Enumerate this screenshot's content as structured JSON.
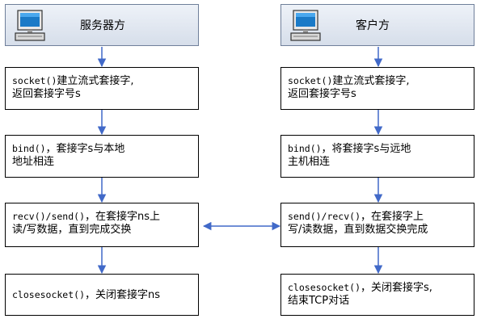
{
  "server": {
    "title": "服务器方",
    "steps": [
      {
        "code": "socket()",
        "line1_rest": "建立流式套接字,",
        "line2": "返回套接字号s"
      },
      {
        "code": "bind()",
        "line1_rest": "，套接字s与本地",
        "line2": "地址相连"
      },
      {
        "code": "recv()/send()",
        "line1_rest": "，在套接字ns上",
        "line2": "读/写数据，直到完成交换"
      },
      {
        "code": "closesocket()",
        "line1_rest": "，关闭套接字ns",
        "line2": ""
      }
    ]
  },
  "client": {
    "title": "客户方",
    "steps": [
      {
        "code": "socket()",
        "line1_rest": "建立流式套接字,",
        "line2": "返回套接字号s"
      },
      {
        "code": "bind()",
        "line1_rest": "，将套接字s与远地",
        "line2": "主机相连"
      },
      {
        "code": "send()/recv()",
        "line1_rest": "，在套接字上",
        "line2": "写/读数据，直到数据交换完成"
      },
      {
        "code": "closesocket()",
        "line1_rest": "，关闭套接字s,",
        "line2": "结束TCP对话"
      }
    ]
  },
  "colors": {
    "arrow": "#4169c8",
    "header_border": "#6f7f9a"
  }
}
